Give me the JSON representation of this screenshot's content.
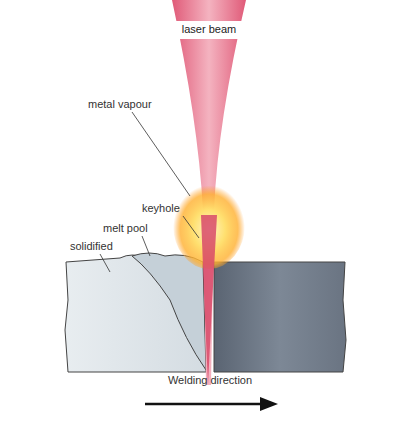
{
  "diagram": {
    "labels": [
      "laser beam",
      "metal vapour",
      "keyhole",
      "melt pool",
      "solidified",
      "Welding direction"
    ]
  }
}
